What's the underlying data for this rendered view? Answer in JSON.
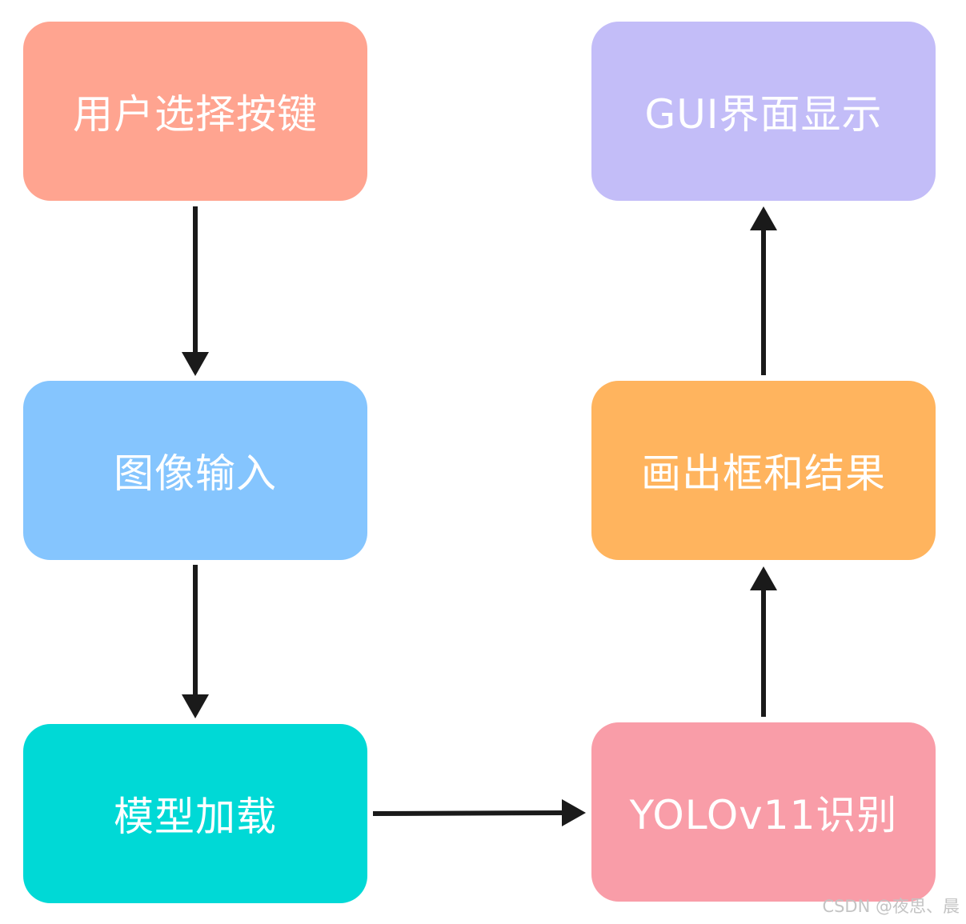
{
  "diagram": {
    "nodes": [
      {
        "id": "n1",
        "label": "用户选择按键",
        "color": "#ffa490"
      },
      {
        "id": "n2",
        "label": "图像输入",
        "color": "#85c5fe"
      },
      {
        "id": "n3",
        "label": "模型加载",
        "color": "#00d9d6"
      },
      {
        "id": "n4",
        "label": "YOLOv11识别",
        "color": "#f99da8"
      },
      {
        "id": "n5",
        "label": "画出框和结果",
        "color": "#ffb45e"
      },
      {
        "id": "n6",
        "label": "GUI界面显示",
        "color": "#c3bdf8"
      }
    ],
    "edges": [
      {
        "from": "n1",
        "to": "n2"
      },
      {
        "from": "n2",
        "to": "n3"
      },
      {
        "from": "n3",
        "to": "n4"
      },
      {
        "from": "n4",
        "to": "n5"
      },
      {
        "from": "n5",
        "to": "n6"
      }
    ],
    "arrow_color": "#1a1a1a"
  },
  "watermark": "CSDN @夜思、晨"
}
